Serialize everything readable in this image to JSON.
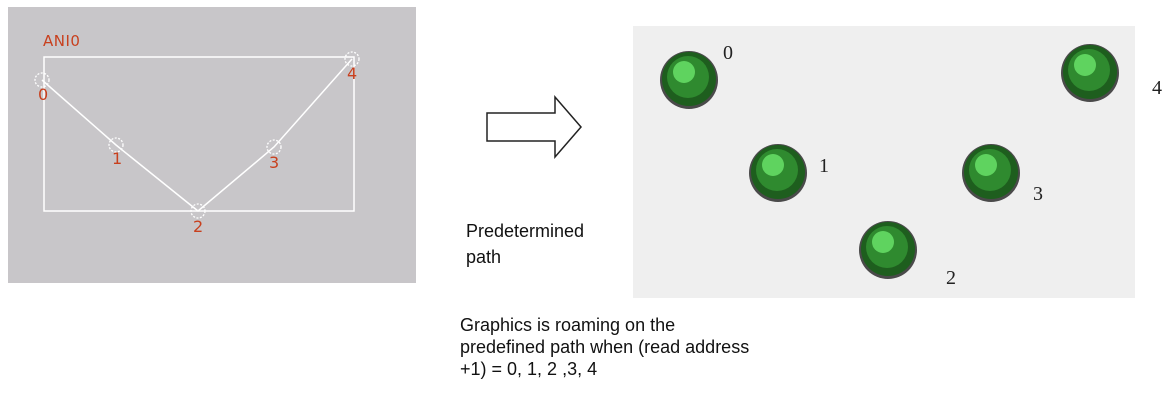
{
  "left_panel": {
    "title": "ANI0",
    "points": [
      {
        "label": "0"
      },
      {
        "label": "1"
      },
      {
        "label": "2"
      },
      {
        "label": "3"
      },
      {
        "label": "4"
      }
    ],
    "colors": {
      "background": "#c8c6c9",
      "path": "#ffffff",
      "label": "#c8401e"
    }
  },
  "arrow": {
    "icon": "right-arrow-icon"
  },
  "path_label": {
    "line1": "Predetermined",
    "line2": "path"
  },
  "right_panel": {
    "background": "#efefef",
    "lamps": [
      {
        "label": "0",
        "icon": "green-lamp-icon"
      },
      {
        "label": "1",
        "icon": "green-lamp-icon"
      },
      {
        "label": "2",
        "icon": "green-lamp-icon"
      },
      {
        "label": "3",
        "icon": "green-lamp-icon"
      },
      {
        "label": "4",
        "icon": "green-lamp-icon"
      }
    ]
  },
  "caption": {
    "line1": "Graphics is roaming on the",
    "line2": "predefined path when (read address",
    "line3": "+1) = 0, 1, 2 ,3, 4"
  }
}
